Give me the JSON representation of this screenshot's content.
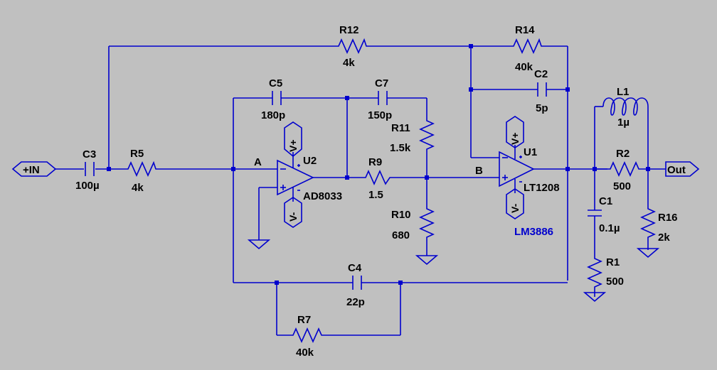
{
  "ports": {
    "in": "+IN",
    "out": "Out"
  },
  "nodes": {
    "a": "A",
    "b": "B"
  },
  "components": {
    "r12": {
      "name": "R12",
      "value": "4k"
    },
    "r14": {
      "name": "R14",
      "value": "40k"
    },
    "c2": {
      "name": "C2",
      "value": "5p"
    },
    "c5": {
      "name": "C5",
      "value": "180p"
    },
    "c7": {
      "name": "C7",
      "value": "150p"
    },
    "r11": {
      "name": "R11",
      "value": "1.5k"
    },
    "c3": {
      "name": "C3",
      "value": "100µ"
    },
    "r5": {
      "name": "R5",
      "value": "4k"
    },
    "r9": {
      "name": "R9",
      "value": "1.5"
    },
    "r10": {
      "name": "R10",
      "value": "680"
    },
    "c4": {
      "name": "C4",
      "value": "22p"
    },
    "r7": {
      "name": "R7",
      "value": "40k"
    },
    "l1": {
      "name": "L1",
      "value": "1µ"
    },
    "r2": {
      "name": "R2",
      "value": "500"
    },
    "c1": {
      "name": "C1",
      "value": "0.1µ"
    },
    "r1": {
      "name": "R1",
      "value": "500"
    },
    "r16": {
      "name": "R16",
      "value": "2k"
    }
  },
  "opamps": {
    "u2": {
      "name": "U2",
      "value": "AD8033",
      "vplus": "V+",
      "vminus": "V-"
    },
    "u1": {
      "name": "U1",
      "value": "LT1208",
      "vplus": "V+",
      "vminus": "V-"
    }
  },
  "annotation": "LM3886",
  "colors": {
    "background": "#c0c0c0",
    "wire": "#0000cd",
    "text": "#000000",
    "annotation": "#0000cd"
  }
}
